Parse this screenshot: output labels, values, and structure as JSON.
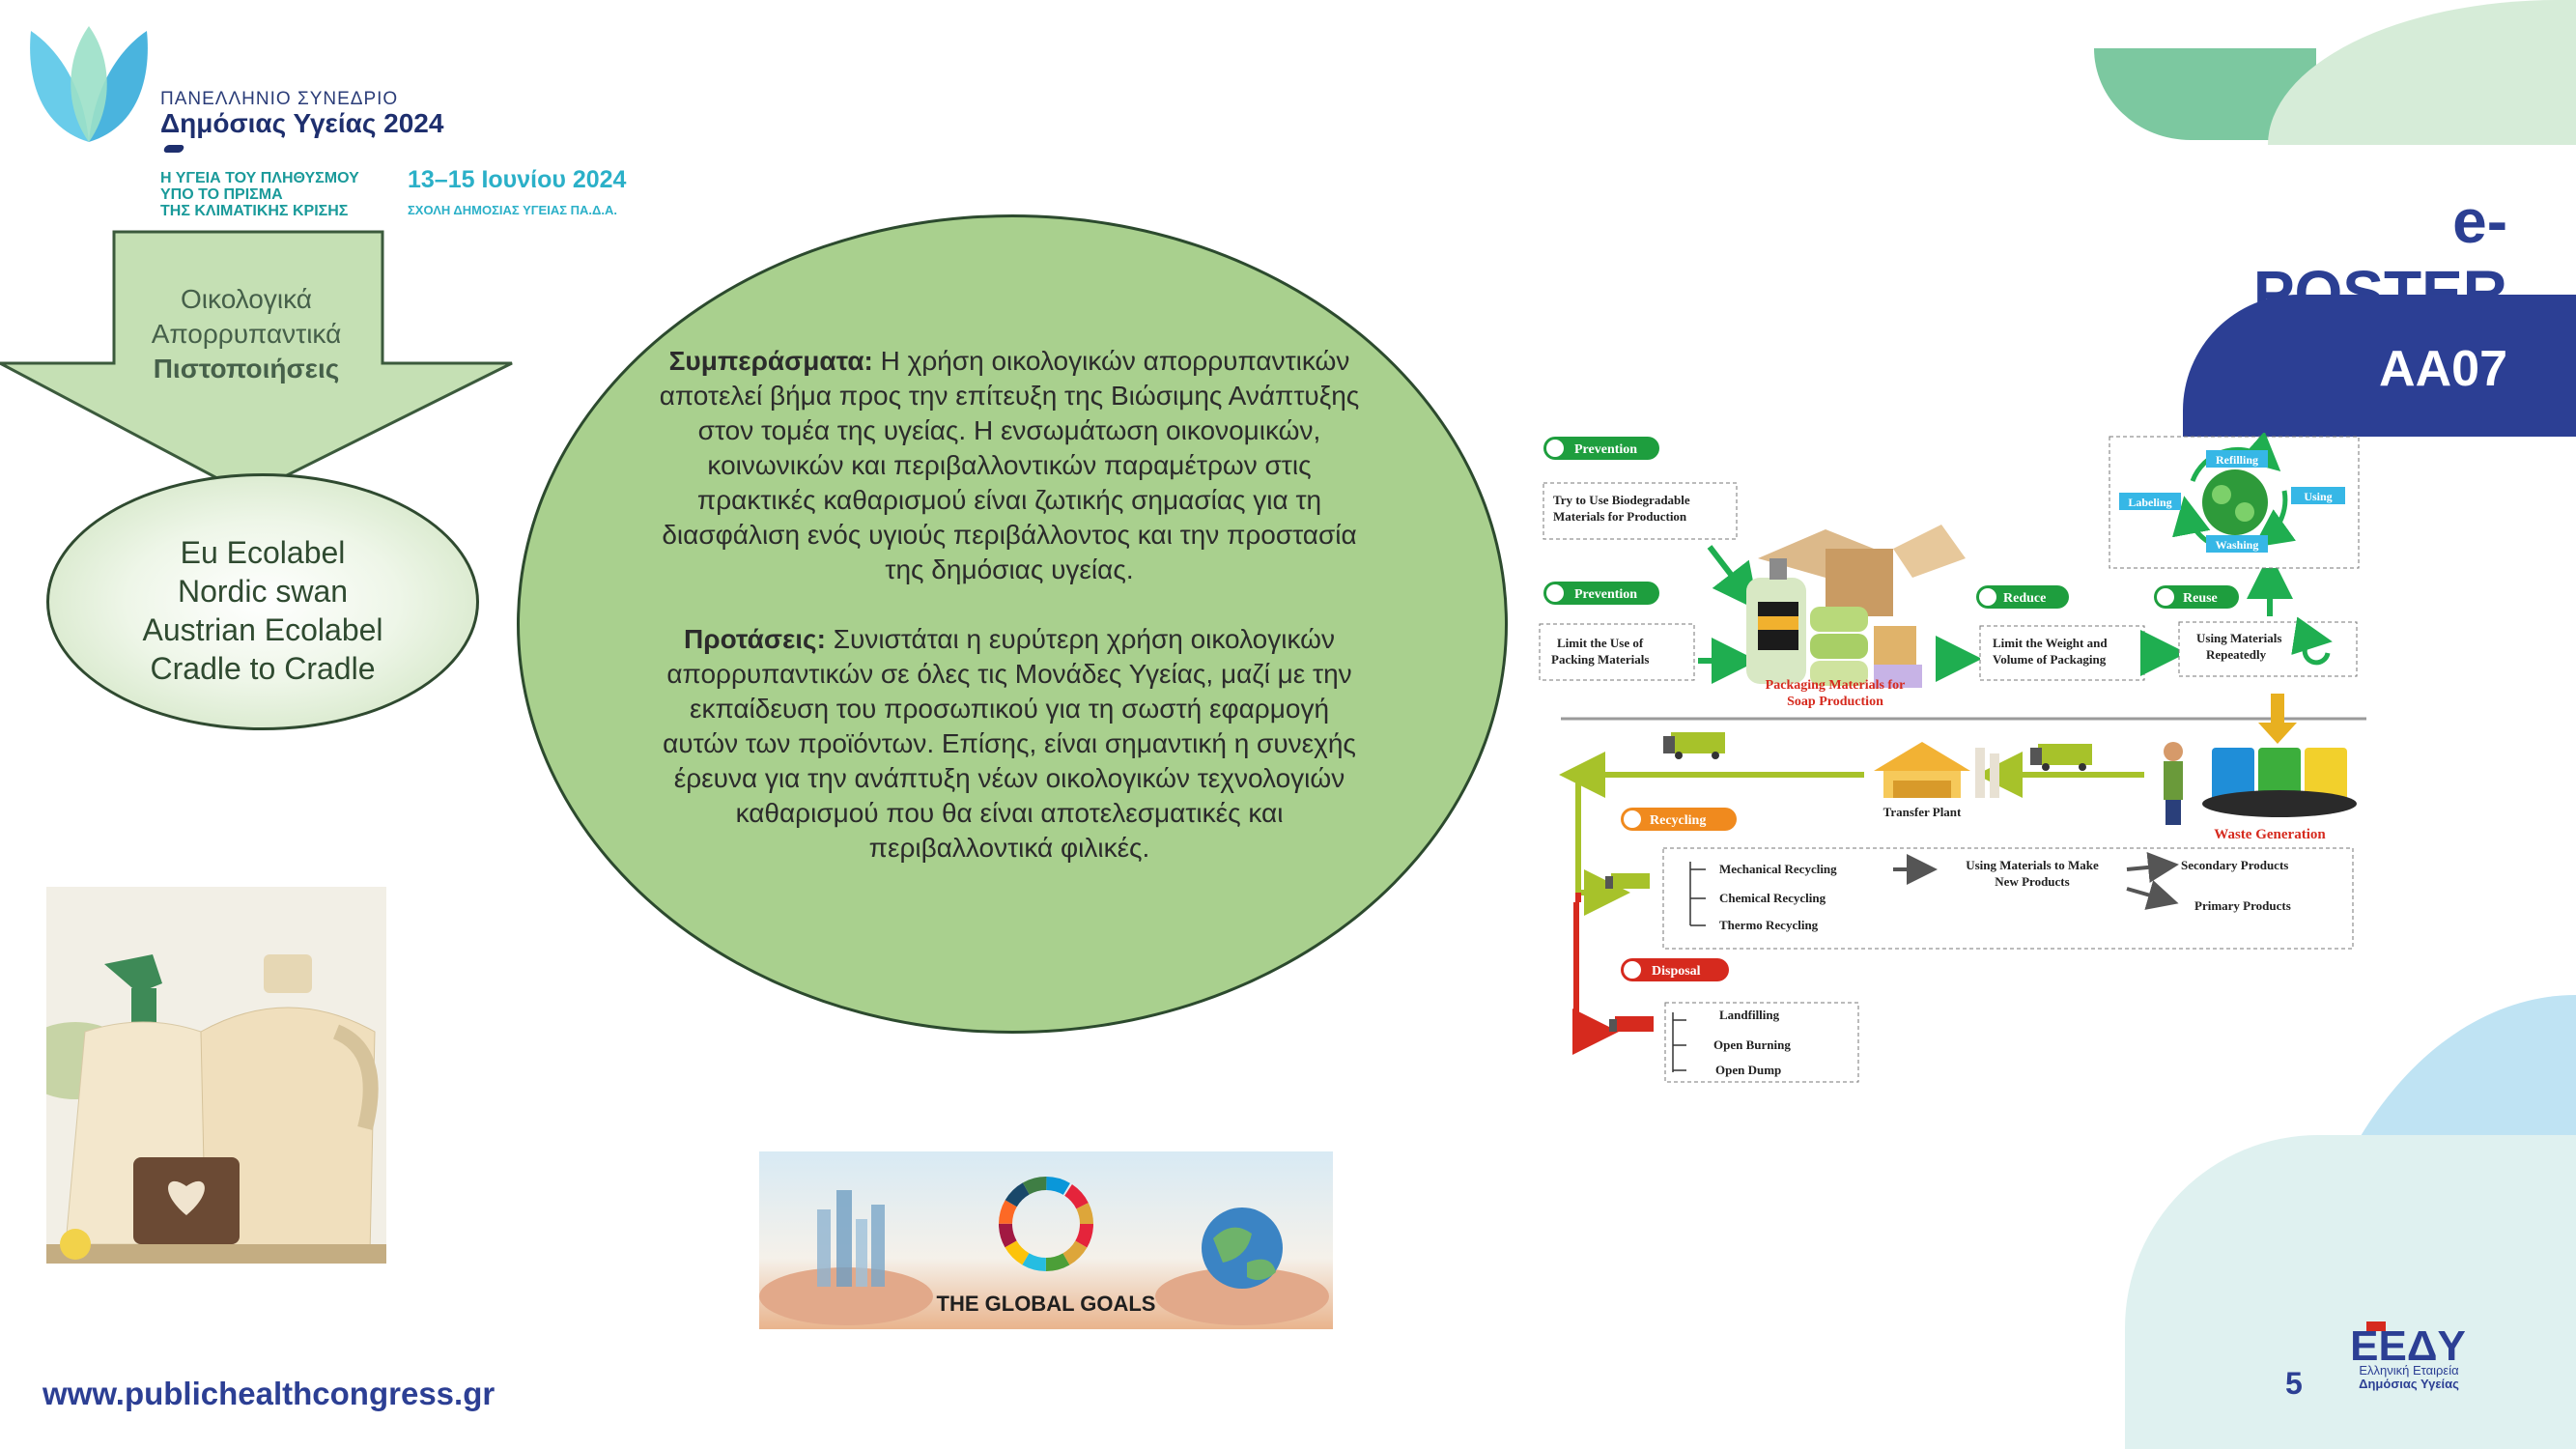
{
  "logo": {
    "line1": "ΠΑΝΕΛΛΗΝΙΟ ΣΥΝΕΔΡΙΟ",
    "line2": "Δημόσιας Υγείας 2024",
    "subtitle1": "Η ΥΓΕΙΑ ΤΟΥ ΠΛΗΘΥΣΜΟΥ",
    "subtitle2": "ΥΠΟ ΤΟ ΠΡΙΣΜΑ",
    "subtitle3": "ΤΗΣ ΚΛΙΜΑΤΙΚΗΣ ΚΡΙΣΗΣ",
    "dates": "13–15 Ιουνίου 2024",
    "school": "ΣΧΟΛΗ ΔΗΜΟΣΙΑΣ ΥΓΕΙΑΣ ΠΑ.Δ.Α."
  },
  "header": {
    "eposter": "e-POSTER",
    "code": "ΑΑ07"
  },
  "arrow": {
    "line1": "Οικολογικά",
    "line2": "Απορρυπαντικά",
    "line3": "Πιστοποιήσεις"
  },
  "labels": [
    "Eu Ecolabel",
    "Nordic swan",
    "Austrian Ecolabel",
    "Cradle to Cradle"
  ],
  "conclusions": {
    "heading": "Συμπεράσματα:",
    "text": "Η χρήση οικολογικών απορρυπαντικών αποτελεί βήμα προς την επίτευξη της Βιώσιμης Ανάπτυξης στον τομέα της υγείας. Η ενσωμάτωση οικονομικών, κοινωνικών και περιβαλλοντικών παραμέτρων στις πρακτικές καθαρισμού είναι ζωτικής σημασίας για τη διασφάλιση ενός υγιούς περιβάλλοντος και την προστασία της δημόσιας υγείας."
  },
  "proposals": {
    "heading": "Προτάσεις:",
    "text": "Συνιστάται η ευρύτερη χρήση οικολογικών απορρυπαντικών σε όλες τις Μονάδες Υγείας, μαζί με την εκπαίδευση του προσωπικού για τη σωστή εφαρμογή αυτών των προϊόντων. Επίσης, είναι σημαντική η συνεχής έρευνα για την ανάπτυξη νέων οικολογικών τεχνολογιών καθαρισμού που θα είναι αποτελεσματικές και περιβαλλοντικά φιλικές."
  },
  "global_goals": "THE GLOBAL GOALS",
  "diagram": {
    "prevention1": "Prevention",
    "prevention1_box": [
      "Try to Use Biodegradable",
      "Materials for Production"
    ],
    "prevention2": "Prevention",
    "prevention2_box": [
      "Limit the Use of",
      "Packing Materials"
    ],
    "center_caption": [
      "Packaging Materials for",
      "Soap Production"
    ],
    "reduce": "Reduce",
    "reduce_box": [
      "Limit the Weight and",
      "Volume of Packaging"
    ],
    "reuse": "Reuse",
    "reuse_box": [
      "Using Materials",
      "Repeatedly"
    ],
    "cycle": [
      "Refilling",
      "Using",
      "Washing",
      "Labeling"
    ],
    "transfer_plant": "Transfer Plant",
    "waste_generation": "Waste Generation",
    "recycling": "Recycling",
    "recycling_items": [
      "Mechanical Recycling",
      "Chemical Recycling",
      "Thermo Recycling"
    ],
    "new_products": [
      "Using Materials to Make",
      "New Products"
    ],
    "secondary_products": "Secondary Products",
    "primary_products": "Primary Products",
    "disposal": "Disposal",
    "disposal_items": [
      "Landfilling",
      "Open Burning",
      "Open Dump"
    ]
  },
  "footer": {
    "website": "www.publichealthcongress.gr",
    "page": "5",
    "eeddy_line1": "Ελληνική Εταιρεία",
    "eeddy_line2": "Δημόσιας Υγείας"
  },
  "colors": {
    "brand_blue": "#2c3f94",
    "circle_green": "#a9d08e",
    "arrow_green": "#c5e0b4"
  }
}
